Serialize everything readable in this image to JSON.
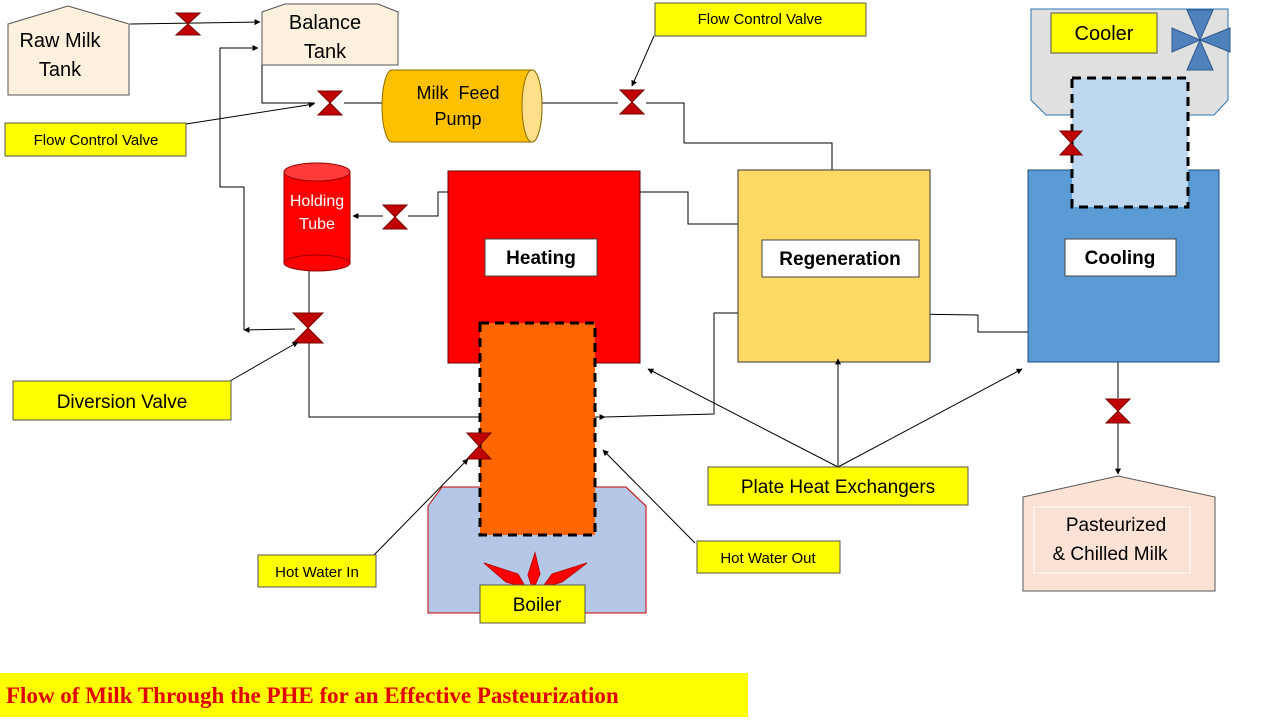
{
  "tanks": {
    "raw_milk": [
      "Raw Milk",
      "Tank"
    ],
    "balance": [
      "Balance",
      "Tank"
    ],
    "pasteurized": [
      "Pasteurized",
      "& Chilled Milk"
    ]
  },
  "pump": [
    "Milk  Feed",
    "Pump"
  ],
  "holding_tube": [
    "Holding",
    "Tube"
  ],
  "sections": {
    "heating": "Heating",
    "regeneration": "Regeneration",
    "cooling": "Cooling"
  },
  "cooler": "Cooler",
  "boiler": "Boiler",
  "callouts": {
    "flow_control_valve_top": "Flow Control Valve",
    "flow_control_valve_left": "Flow Control Valve",
    "diversion_valve": "Diversion Valve",
    "plate_heat_exchangers": "Plate Heat Exchangers",
    "hot_water_in": "Hot Water In",
    "hot_water_out": "Hot Water Out"
  },
  "title": "Flow of Milk Through the PHE for an Effective Pasteurization",
  "colors": {
    "valve": "#c00000",
    "heating": "#ff0000",
    "heating_coil": "#ff6600",
    "regeneration": "#ffd966",
    "cooling": "#5b9bd5",
    "cooler_coil": "#bdd7ee",
    "cooler_housing": "#e0e0e0",
    "boiler": "#b4c7e7",
    "pump": "#ffc000",
    "tank_fill": "#fdf1dd",
    "pasteurized_tank": "#fbe2d5",
    "callout": "#ffff00",
    "title_text": "#e00000",
    "fan": "#4f81bd"
  }
}
